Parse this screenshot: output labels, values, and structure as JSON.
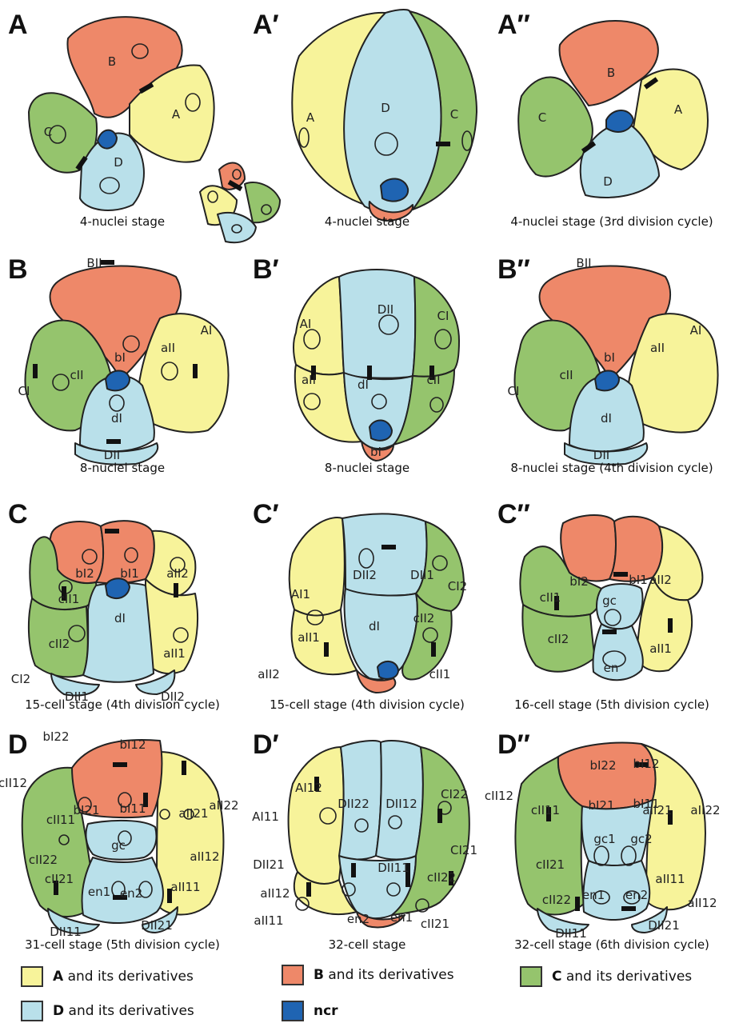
{
  "colors": {
    "A": "#f7f39a",
    "B": "#ee8869",
    "C": "#95c46d",
    "D": "#b9e0ea",
    "ncr": "#1f64b2"
  },
  "panels": [
    {
      "id": "A",
      "caption": "4-nuclei stage",
      "labels": [
        "B",
        "A",
        "C",
        "D"
      ]
    },
    {
      "id": "A′",
      "caption": "4-nuclei stage",
      "labels": [
        "A",
        "D",
        "C"
      ]
    },
    {
      "id": "A″",
      "caption": "4-nuclei stage (3rd division cycle)",
      "labels": [
        "B",
        "A",
        "C",
        "D"
      ]
    },
    {
      "id": "B",
      "caption": "8-nuclei stage",
      "labels": [
        "BII",
        "bI",
        "aII",
        "AI",
        "cII",
        "CI",
        "dI",
        "DII"
      ]
    },
    {
      "id": "B′",
      "caption": "8-nuclei stage",
      "labels": [
        "AI",
        "DII",
        "CI",
        "aII",
        "dI",
        "cII",
        "bI"
      ]
    },
    {
      "id": "B″",
      "caption": "8-nuclei stage (4th division cycle)",
      "labels": [
        "BII",
        "bI",
        "aII",
        "AI",
        "cII",
        "CI",
        "dI",
        "DII"
      ]
    },
    {
      "id": "C",
      "caption": "15-cell stage (4th division cycle)",
      "labels": [
        "bI2",
        "bI1",
        "cII1",
        "aII2",
        "cII2",
        "aII1",
        "dI",
        "CI2",
        "DII1",
        "DII2"
      ]
    },
    {
      "id": "C′",
      "caption": "15-cell stage (4th division cycle)",
      "labels": [
        "DII2",
        "DII1",
        "CI2",
        "AI1",
        "aII1",
        "dI",
        "cII2",
        "aII2",
        "cII1"
      ]
    },
    {
      "id": "C″",
      "caption": "16-cell stage (5th division cycle)",
      "labels": [
        "bI2",
        "bI1",
        "cII1",
        "aII2",
        "gc",
        "cII2",
        "aII1",
        "en"
      ]
    },
    {
      "id": "D",
      "caption": "31-cell stage (5th division cycle)",
      "labels": [
        "bI22",
        "bI12",
        "cII12",
        "bI21",
        "bI11",
        "cII11",
        "aII21",
        "aII22",
        "gc",
        "cII22",
        "aII12",
        "cII21",
        "en1",
        "en2",
        "aII11",
        "DII11",
        "DII21"
      ]
    },
    {
      "id": "D′",
      "caption": "32-cell stage",
      "labels": [
        "AI12",
        "DII22",
        "DII12",
        "CI22",
        "AI11",
        "CI21",
        "DII21",
        "DII11",
        "cII22",
        "aII12",
        "aII11",
        "en2",
        "en1",
        "cII21"
      ]
    },
    {
      "id": "D″",
      "caption": "32-cell stage (6th division cycle)",
      "labels": [
        "bI22",
        "bI12",
        "cII12",
        "bI21",
        "bI11",
        "aII21",
        "aII22",
        "cII11",
        "gc1",
        "gc2",
        "cII21",
        "aII11",
        "aII12",
        "cII22",
        "en1",
        "en2",
        "DII11",
        "DII21"
      ]
    }
  ],
  "legend": [
    {
      "key": "A",
      "bold": "A",
      "text": " and its derivatives"
    },
    {
      "key": "B",
      "bold": "B",
      "text": " and its derivatives"
    },
    {
      "key": "C",
      "bold": "C",
      "text": " and its derivatives"
    },
    {
      "key": "D",
      "bold": "D",
      "text": " and its derivatives"
    },
    {
      "key": "ncr",
      "bold": "ncr",
      "text": ""
    }
  ]
}
